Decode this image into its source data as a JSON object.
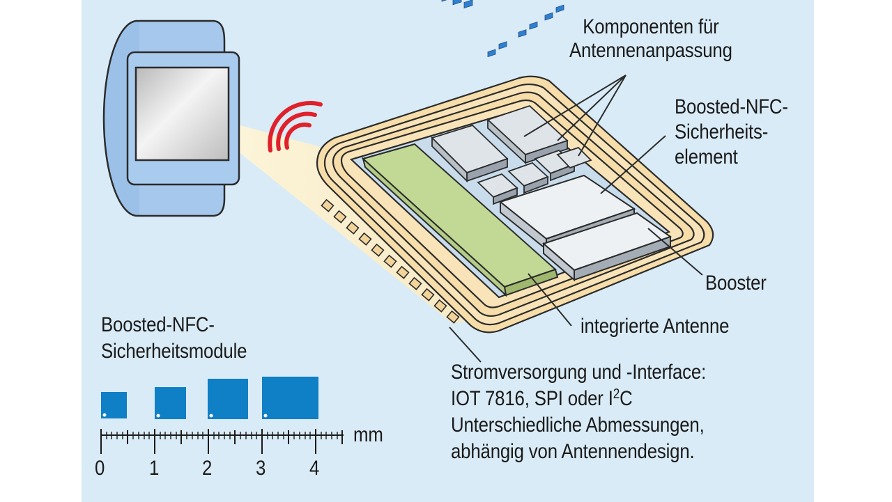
{
  "labels": {
    "komponenten": [
      "Komponenten für",
      "Antennenanpassung"
    ],
    "element": [
      "Boosted-NFC-",
      "Sicherheits-",
      "element"
    ],
    "booster": "Booster",
    "antenne": "integrierte Antenne",
    "strom_line1": "Stromversorgung und -Interface:",
    "strom_line2_prefix": "IOT 7816, SPI oder I",
    "strom_line2_sup": "2",
    "strom_line2_suffix": "C",
    "strom_line3": "Unterschiedliche Abmessungen,",
    "strom_line4": "abhängig von Antennendesign.",
    "module": [
      "Boosted-NFC-",
      "Sicherheitsmodule"
    ]
  },
  "scale": {
    "unit": "mm",
    "ticks": [
      "0",
      "1",
      "2",
      "3",
      "4"
    ]
  },
  "modules_mm": [
    0.5,
    0.6,
    0.75,
    1.05
  ],
  "colors": {
    "background": "#d9ebf6",
    "watch": "#a6c8ec",
    "nfc_waves": "#e0202a",
    "module_blue": "#0f7fc6",
    "frame": "#f5dca8",
    "antenna": "#c2d995"
  },
  "icons": [
    "smartwatch-icon",
    "nfc-signal-icon",
    "module-chip-icon"
  ]
}
